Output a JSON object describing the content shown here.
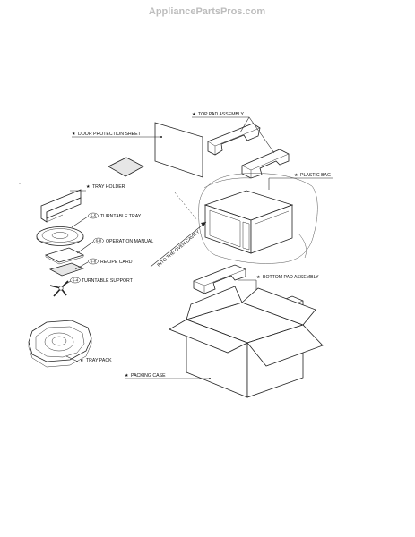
{
  "watermark": "AppliancePartsPros.com",
  "labels": {
    "top_pad_assembly": "TOP PAD ASSEMBLY",
    "door_protection_sheet": "DOOR PROTECTION SHEET",
    "plastic_bag": "PLASTIC BAG",
    "tray_holder": "TRAY HOLDER",
    "turntable_tray": "TURNTABLE TRAY",
    "operation_manual": "OPERATION MANUAL",
    "recipe_card": "RECIPE CARD",
    "turntable_support": "TURNTABLE SUPPORT",
    "into_the_oven_cavity": "INTO THE OVEN CAVITY",
    "bottom_pad_assembly": "BOTTOM PAD ASSEMBLY",
    "tray_pack": "TRAY PACK",
    "packing_case": "PACKING CASE"
  },
  "part_numbers": {
    "turntable_tray": "5-5",
    "operation_manual": "6-8",
    "recipe_card": "6-8",
    "turntable_support": "5-4"
  },
  "markers": {
    "star": "★"
  }
}
